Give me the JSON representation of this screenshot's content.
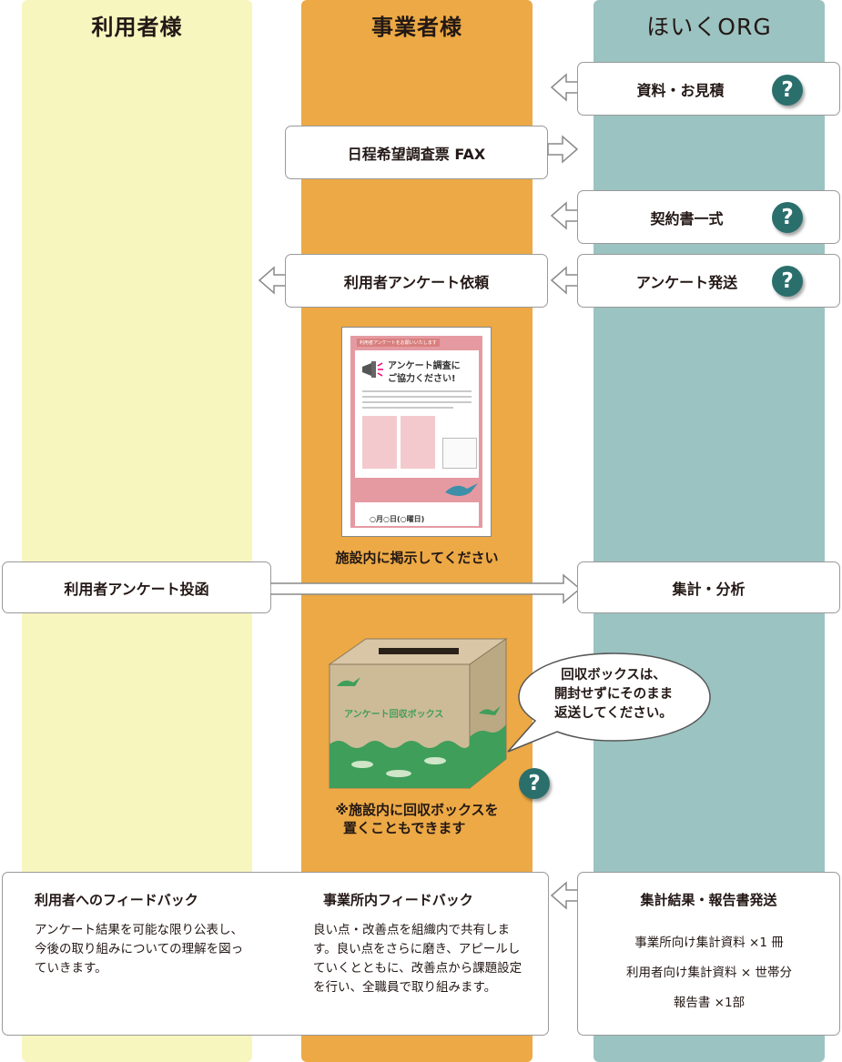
{
  "columns": {
    "user": "利用者様",
    "business": "事業者様",
    "org": "ほいくORG"
  },
  "steps": {
    "materials": "資料・お見積",
    "schedule_fax": "日程希望調査票 FAX",
    "contract": "契約書一式",
    "survey_request": "利用者アンケート依頼",
    "survey_send": "アンケート発送",
    "survey_post": "利用者アンケート投函",
    "aggregate": "集計・分析"
  },
  "help_icon": "?",
  "poster": {
    "header": "利用者アンケートをお願いいたします",
    "title_line1": "アンケート調査に",
    "title_line2": "ご協力ください!",
    "date_line": "○月○日(○曜日)",
    "caption": "施設内に掲示してください"
  },
  "box": {
    "label": "アンケート回収ボックス",
    "caption_line1": "※施設内に回収ボックスを",
    "caption_line2": "置くこともできます"
  },
  "bubble": {
    "line1": "回収ボックスは、",
    "line2": "開封せずにそのまま",
    "line3": "返送してください。"
  },
  "feedback": {
    "user_title": "利用者へのフィードバック",
    "user_body": "アンケート結果を可能な限り公表し、今後の取り組みについての理解を図っていきます。",
    "biz_title": "事業所内フィードバック",
    "biz_body": "良い点・改善点を組織内で共有します。良い点をさらに磨き、アピールしていくとともに、改善点から課題設定を行い、全職員で取り組みます。"
  },
  "report": {
    "title": "集計結果・報告書発送",
    "items": [
      "事業所向け集計資料 ×1 冊",
      "利用者向け集計資料 × 世帯分",
      "報告書 ×1部"
    ]
  },
  "colors": {
    "user_column": "#f8f6bf",
    "business_column": "#eca945",
    "org_column": "#9bc3c1",
    "help_icon": "#2b6f6d"
  },
  "icons": [
    "hollow-arrow-left",
    "hollow-arrow-right",
    "question-circle-icon",
    "megaphone-icon",
    "bird-icon"
  ]
}
